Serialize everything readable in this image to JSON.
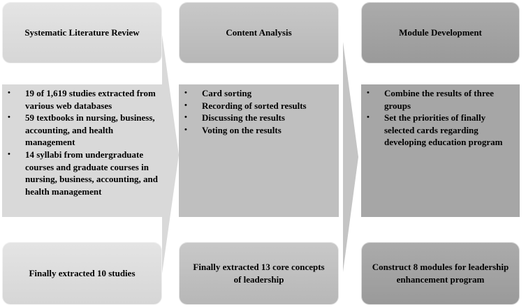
{
  "columns": [
    {
      "header": "Systematic Literature Review",
      "items": [
        "19 of 1,619 studies extracted from various web databases",
        "59 textbooks in nursing, business, accounting, and health management",
        "14 syllabi from undergraduate courses and graduate courses in nursing, business, accounting, and health management"
      ],
      "footer": "Finally extracted 10 studies"
    },
    {
      "header": "Content Analysis",
      "items": [
        "Card sorting",
        "Recording of sorted results",
        "Discussing the results",
        "Voting on the results"
      ],
      "footer": "Finally extracted 13 core concepts of leadership"
    },
    {
      "header": "Module Development",
      "items": [
        "Combine the results of three groups",
        "Set the priorities of finally selected cards  regarding developing education program"
      ],
      "footer": "Construct 8 modules for leadership enhancement program"
    }
  ],
  "bullet_glyph": "•"
}
